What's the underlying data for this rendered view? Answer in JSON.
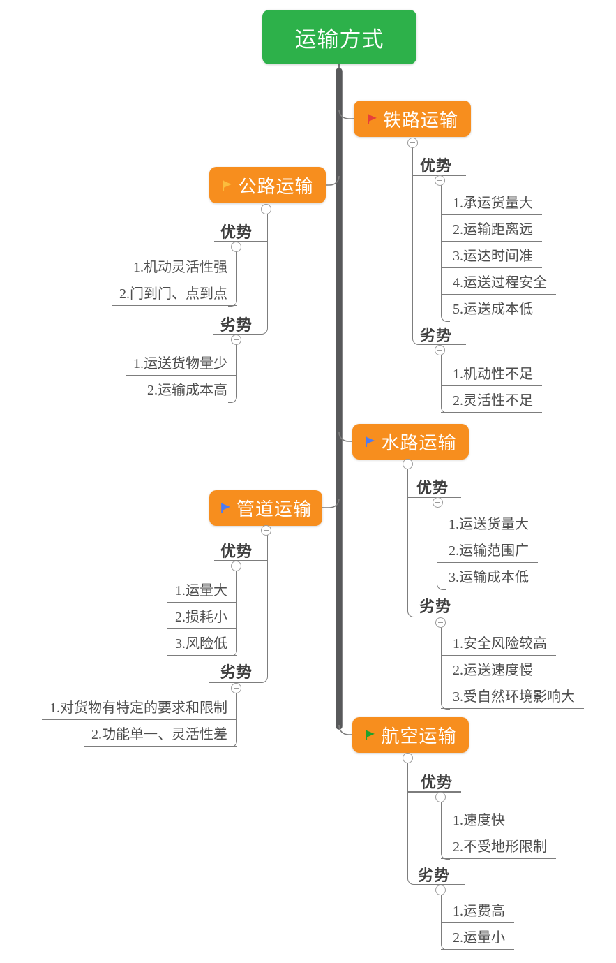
{
  "app": {
    "type": "mind-map",
    "background": "#ffffff"
  },
  "theme": {
    "root_color": "#2DB14A",
    "topic_color": "#F78E1E",
    "trunk_color": "#58595B",
    "line_color": "#7d7d7d",
    "topic_text_color": "#ffffff",
    "item_text_color": "#4d4d4d"
  },
  "root": {
    "label": "运输方式",
    "color": "#2DB14A"
  },
  "branches": [
    {
      "label": "铁路运输",
      "flag": "red-flag",
      "flag_color": "#E6403A",
      "side": "right",
      "groups": [
        {
          "label": "优势",
          "items": [
            "1.承运货量大",
            "2.运输距离远",
            "3.运达时间准",
            "4.运送过程安全",
            "5.运送成本低"
          ]
        },
        {
          "label": "劣势",
          "items": [
            "1.机动性不足",
            "2.灵活性不足"
          ]
        }
      ]
    },
    {
      "label": "公路运输",
      "flag": "yellow-flag",
      "flag_color": "#FBBD3D",
      "side": "left",
      "groups": [
        {
          "label": "优势",
          "items": [
            "1.机动灵活性强",
            "2.门到门、点到点"
          ]
        },
        {
          "label": "劣势",
          "items": [
            "1.运送货物量少",
            "2.运输成本高"
          ]
        }
      ]
    },
    {
      "label": "水路运输",
      "flag": "blue-flag",
      "flag_color": "#4D7BF3",
      "side": "right",
      "groups": [
        {
          "label": "优势",
          "items": [
            "1.运送货量大",
            "2.运输范围广",
            "3.运输成本低"
          ]
        },
        {
          "label": "劣势",
          "items": [
            "1.安全风险较高",
            "2.运送速度慢",
            "3.受自然环境影响大"
          ]
        }
      ]
    },
    {
      "label": "管道运输",
      "flag": "blue-flag",
      "flag_color": "#4D7BF3",
      "side": "left",
      "groups": [
        {
          "label": "优势",
          "items": [
            "1.运量大",
            "2.损耗小",
            "3.风险低"
          ]
        },
        {
          "label": "劣势",
          "items": [
            "1.对货物有特定的要求和限制",
            "2.功能单一、灵活性差"
          ]
        }
      ]
    },
    {
      "label": "航空运输",
      "flag": "green-flag",
      "flag_color": "#1FA22D",
      "side": "right",
      "groups": [
        {
          "label": "优势",
          "items": [
            "1.速度快",
            "2.不受地形限制"
          ]
        },
        {
          "label": "劣势",
          "items": [
            "1.运费高",
            "2.运量小"
          ]
        }
      ]
    }
  ]
}
